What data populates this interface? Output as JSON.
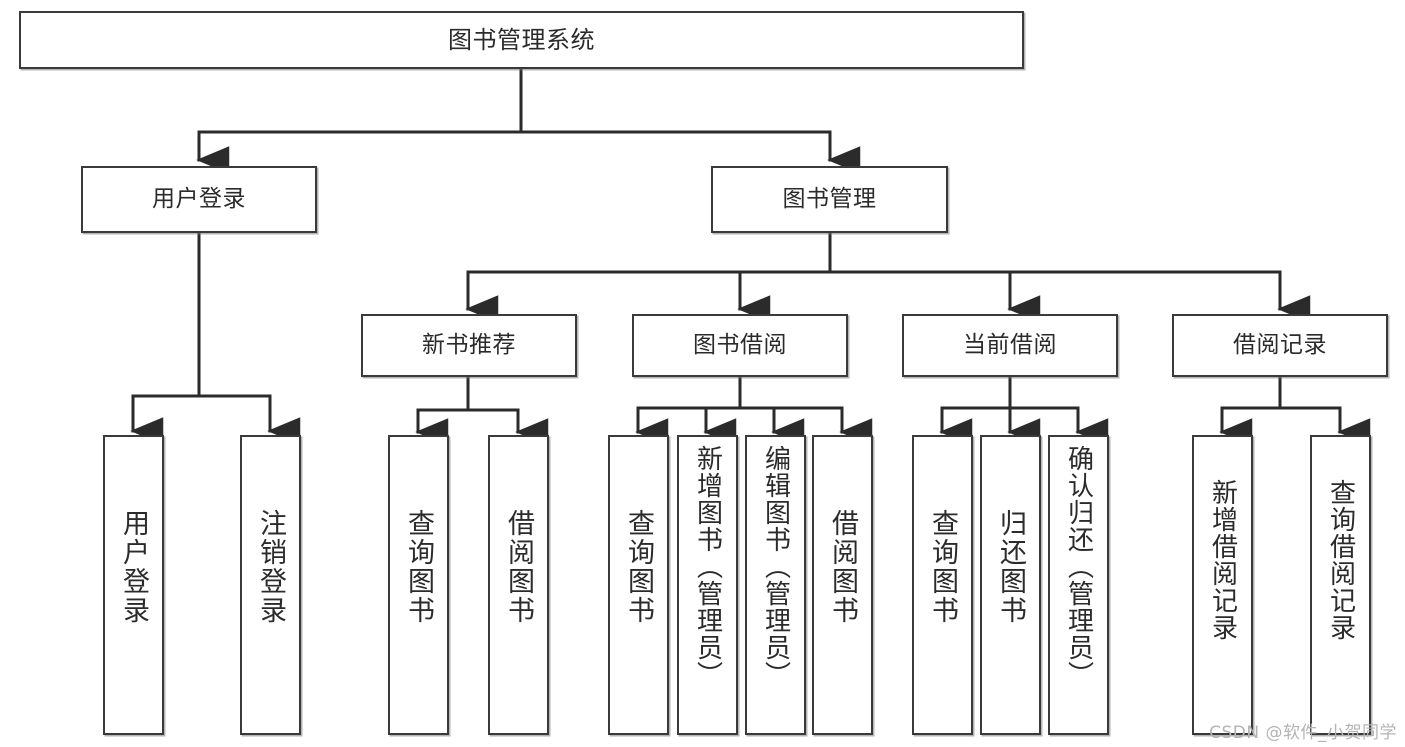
{
  "diagram": {
    "type": "tree-hierarchy",
    "title": "图书管理系统",
    "watermark": "CSDN @软件_小贺同学",
    "colors": {
      "box_border": "#3a3a3a",
      "box_fill": "#ffffff",
      "connector": "#2b2b2b",
      "text": "#2b2b2b",
      "watermark": "#b4b4b4"
    },
    "nodes": {
      "root": {
        "label": "图书管理系统"
      },
      "level2": [
        {
          "label": "用户登录"
        },
        {
          "label": "图书管理"
        }
      ],
      "level3": [
        {
          "label": "新书推荐"
        },
        {
          "label": "图书借阅"
        },
        {
          "label": "当前借阅"
        },
        {
          "label": "借阅记录"
        }
      ],
      "leaves_user_login": [
        {
          "label": "用户登录"
        },
        {
          "label": "注销登录"
        }
      ],
      "leaves_new_book": [
        {
          "label": "查询图书"
        },
        {
          "label": "借阅图书"
        }
      ],
      "leaves_borrow": [
        {
          "label": "查询图书"
        },
        {
          "label": "新增图书（管理员）"
        },
        {
          "label": "编辑图书（管理员）"
        },
        {
          "label": "借阅图书"
        }
      ],
      "leaves_current": [
        {
          "label": "查询图书"
        },
        {
          "label": "归还图书"
        },
        {
          "label": "确认归还（管理员）"
        }
      ],
      "leaves_records": [
        {
          "label": "新增借阅记录"
        },
        {
          "label": "查询借阅记录"
        }
      ]
    }
  }
}
